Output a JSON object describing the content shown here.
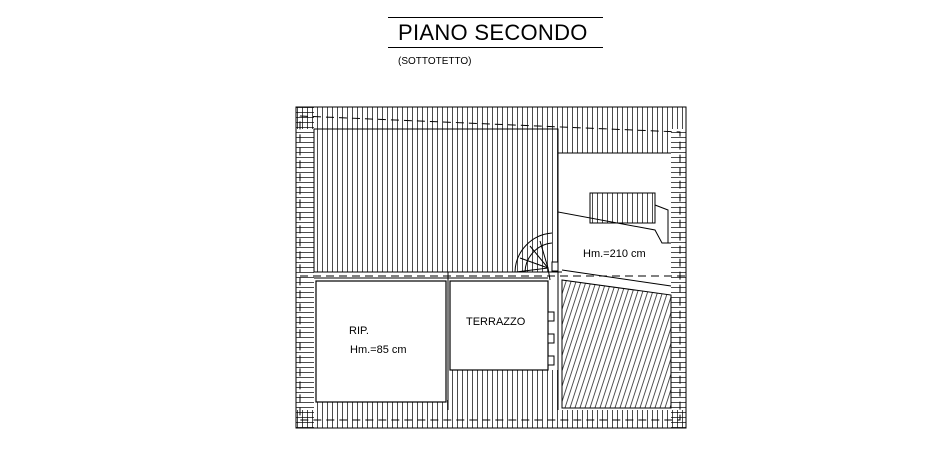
{
  "header": {
    "title": "PIANO SECONDO",
    "subtitle": "(SOTTOTETTO)"
  },
  "rooms": {
    "stair_area_height": "Hm.=210 cm",
    "terrace": "TERRAZZO",
    "storage_label": "RIP.",
    "storage_height": "Hm.=85 cm"
  },
  "colors": {
    "ink": "#000000",
    "background": "#ffffff"
  }
}
